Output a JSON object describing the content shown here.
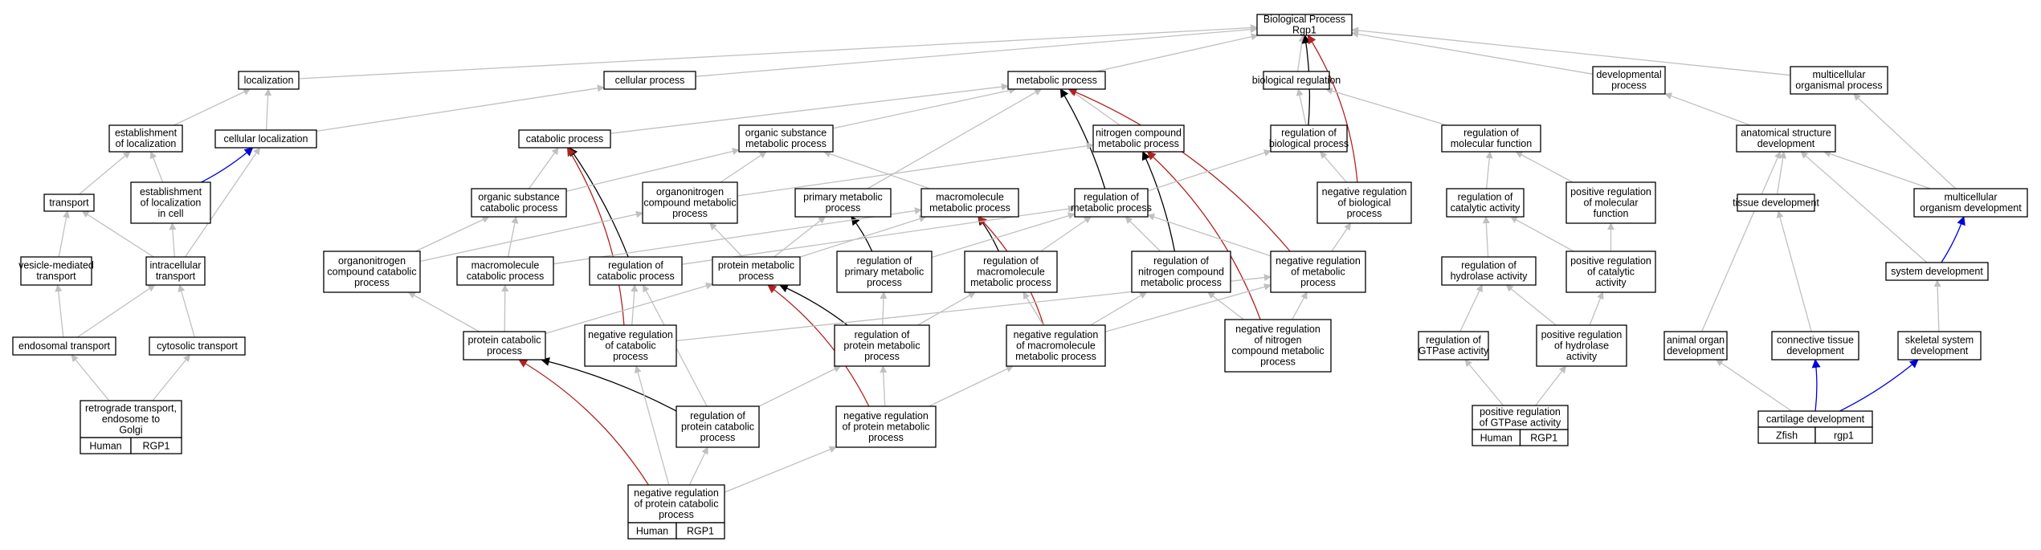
{
  "colors": {
    "default_edge": "#c0c0c0",
    "black_edge": "#000000",
    "red_edge": "#b22222",
    "blue_edge": "#0000dd",
    "human_badge": "#fa5f45",
    "zfish_badge": "#6495ed"
  },
  "nodes": [
    {
      "id": "bp",
      "lines": [
        "Biological Process",
        "Rgp1"
      ]
    },
    {
      "id": "loc",
      "lines": [
        "localization"
      ]
    },
    {
      "id": "cellproc",
      "lines": [
        "cellular process"
      ]
    },
    {
      "id": "metab",
      "lines": [
        "metabolic process"
      ]
    },
    {
      "id": "bioreg",
      "lines": [
        "biological regulation"
      ]
    },
    {
      "id": "devproc",
      "lines": [
        "developmental",
        "process"
      ]
    },
    {
      "id": "multiorg",
      "lines": [
        "multicellular",
        "organismal process"
      ]
    },
    {
      "id": "estloc",
      "lines": [
        "establishment",
        "of localization"
      ]
    },
    {
      "id": "cellloc",
      "lines": [
        "cellular localization"
      ]
    },
    {
      "id": "catab",
      "lines": [
        "catabolic process"
      ]
    },
    {
      "id": "orgsub",
      "lines": [
        "organic substance",
        "metabolic process"
      ]
    },
    {
      "id": "nitro",
      "lines": [
        "nitrogen compound",
        "metabolic process"
      ]
    },
    {
      "id": "regbio",
      "lines": [
        "regulation of",
        "biological process"
      ]
    },
    {
      "id": "regmol",
      "lines": [
        "regulation of",
        "molecular function"
      ]
    },
    {
      "id": "anat",
      "lines": [
        "anatomical structure",
        "development"
      ]
    },
    {
      "id": "transport",
      "lines": [
        "transport"
      ]
    },
    {
      "id": "estloccell",
      "lines": [
        "establishment",
        "of localization",
        "in cell"
      ]
    },
    {
      "id": "orgsubcat",
      "lines": [
        "organic substance",
        "catabolic process"
      ]
    },
    {
      "id": "orgnitro",
      "lines": [
        "organonitrogen",
        "compound metabolic",
        "process"
      ]
    },
    {
      "id": "primmetab",
      "lines": [
        "primary metabolic",
        "process"
      ]
    },
    {
      "id": "macro",
      "lines": [
        "macromolecule",
        "metabolic process"
      ]
    },
    {
      "id": "regmetab",
      "lines": [
        "regulation of",
        "metabolic process"
      ]
    },
    {
      "id": "negregbio",
      "lines": [
        "negative regulation",
        "of biological",
        "process"
      ]
    },
    {
      "id": "regcat",
      "lines": [
        "regulation of",
        "catalytic activity"
      ]
    },
    {
      "id": "posregmol",
      "lines": [
        "positive regulation",
        "of molecular",
        "function"
      ]
    },
    {
      "id": "tissue",
      "lines": [
        "tissue development"
      ]
    },
    {
      "id": "multidev",
      "lines": [
        "multicellular",
        "organism development"
      ]
    },
    {
      "id": "vesicle",
      "lines": [
        "vesicle-mediated",
        "transport"
      ]
    },
    {
      "id": "intra",
      "lines": [
        "intracellular",
        "transport"
      ]
    },
    {
      "id": "orgnitrocat",
      "lines": [
        "organonitrogen",
        "compound catabolic",
        "process"
      ]
    },
    {
      "id": "macrocat",
      "lines": [
        "macromolecule",
        "catabolic process"
      ]
    },
    {
      "id": "regcatab",
      "lines": [
        "regulation of",
        "catabolic process"
      ]
    },
    {
      "id": "protmetab",
      "lines": [
        "protein metabolic",
        "process"
      ]
    },
    {
      "id": "regprim",
      "lines": [
        "regulation of",
        "primary metabolic",
        "process"
      ]
    },
    {
      "id": "regmacro",
      "lines": [
        "regulation of",
        "macromolecule",
        "metabolic process"
      ]
    },
    {
      "id": "regnitro",
      "lines": [
        "regulation of",
        "nitrogen compound",
        "metabolic process"
      ]
    },
    {
      "id": "negregmetab",
      "lines": [
        "negative regulation",
        "of metabolic",
        "process"
      ]
    },
    {
      "id": "reghydro",
      "lines": [
        "regulation of",
        "hydrolase activity"
      ]
    },
    {
      "id": "posregcat",
      "lines": [
        "positive regulation",
        "of catalytic",
        "activity"
      ]
    },
    {
      "id": "sysdev",
      "lines": [
        "system development"
      ]
    },
    {
      "id": "endo",
      "lines": [
        "endosomal transport"
      ]
    },
    {
      "id": "cyto",
      "lines": [
        "cytosolic transport"
      ]
    },
    {
      "id": "protcat",
      "lines": [
        "protein catabolic",
        "process"
      ]
    },
    {
      "id": "negregcatab",
      "lines": [
        "negative regulation",
        "of catabolic",
        "process"
      ]
    },
    {
      "id": "regprot",
      "lines": [
        "regulation of",
        "protein metabolic",
        "process"
      ]
    },
    {
      "id": "negregmacro",
      "lines": [
        "negative regulation",
        "of macromolecule",
        "metabolic process"
      ]
    },
    {
      "id": "negregnitro",
      "lines": [
        "negative regulation",
        "of nitrogen",
        "compound metabolic",
        "process"
      ]
    },
    {
      "id": "reggtp",
      "lines": [
        "regulation of",
        "GTPase activity"
      ]
    },
    {
      "id": "posreghydro",
      "lines": [
        "positive regulation",
        "of hydrolase",
        "activity"
      ]
    },
    {
      "id": "organdev",
      "lines": [
        "animal organ",
        "development"
      ]
    },
    {
      "id": "conn",
      "lines": [
        "connective tissue",
        "development"
      ]
    },
    {
      "id": "skel",
      "lines": [
        "skeletal system",
        "development"
      ]
    },
    {
      "id": "retro",
      "lines": [
        "retrograde transport,",
        "endosome to",
        "Golgi"
      ],
      "badge": [
        "Human",
        "RGP1"
      ],
      "badge_color": "human"
    },
    {
      "id": "regprotcat",
      "lines": [
        "regulation of",
        "protein catabolic",
        "process"
      ]
    },
    {
      "id": "negregprot",
      "lines": [
        "negative regulation",
        "of protein metabolic",
        "process"
      ]
    },
    {
      "id": "posreggtp",
      "lines": [
        "positive regulation",
        "of GTPase activity"
      ],
      "badge": [
        "Human",
        "RGP1"
      ],
      "badge_color": "human"
    },
    {
      "id": "cart",
      "lines": [
        "cartilage development"
      ],
      "badge": [
        "Zfish",
        "rgp1"
      ],
      "badge_color": "zfish"
    },
    {
      "id": "negregprotcat",
      "lines": [
        "negative regulation",
        "of protein catabolic",
        "process"
      ],
      "badge": [
        "Human",
        "RGP1"
      ],
      "badge_color": "human"
    }
  ],
  "edges": [
    {
      "from": "loc",
      "to": "bp"
    },
    {
      "from": "cellproc",
      "to": "bp"
    },
    {
      "from": "metab",
      "to": "bp"
    },
    {
      "from": "bioreg",
      "to": "bp"
    },
    {
      "from": "devproc",
      "to": "bp"
    },
    {
      "from": "multiorg",
      "to": "bp"
    },
    {
      "from": "regbio",
      "to": "bp",
      "type": "black"
    },
    {
      "from": "negregbio",
      "to": "bp",
      "type": "red"
    },
    {
      "from": "estloc",
      "to": "loc"
    },
    {
      "from": "cellloc",
      "to": "loc"
    },
    {
      "from": "cellloc",
      "to": "cellproc"
    },
    {
      "from": "catab",
      "to": "metab"
    },
    {
      "from": "orgsub",
      "to": "metab"
    },
    {
      "from": "nitro",
      "to": "metab"
    },
    {
      "from": "primmetab",
      "to": "metab"
    },
    {
      "from": "regmetab",
      "to": "metab",
      "type": "black"
    },
    {
      "from": "negregmetab",
      "to": "metab",
      "type": "red"
    },
    {
      "from": "regbio",
      "to": "bioreg"
    },
    {
      "from": "regmol",
      "to": "bioreg"
    },
    {
      "from": "anat",
      "to": "devproc"
    },
    {
      "from": "multidev",
      "to": "multiorg"
    },
    {
      "from": "transport",
      "to": "estloc"
    },
    {
      "from": "estloccell",
      "to": "estloc"
    },
    {
      "from": "estloccell",
      "to": "cellloc",
      "type": "blue"
    },
    {
      "from": "intra",
      "to": "cellloc"
    },
    {
      "from": "orgsubcat",
      "to": "catab"
    },
    {
      "from": "regcatab",
      "to": "catab",
      "type": "black"
    },
    {
      "from": "negregcatab",
      "to": "catab",
      "type": "red"
    },
    {
      "from": "orgsubcat",
      "to": "orgsub"
    },
    {
      "from": "orgnitro",
      "to": "orgsub"
    },
    {
      "from": "macro",
      "to": "orgsub"
    },
    {
      "from": "orgnitro",
      "to": "nitro"
    },
    {
      "from": "regnitro",
      "to": "nitro",
      "type": "black"
    },
    {
      "from": "negregnitro",
      "to": "nitro",
      "type": "red"
    },
    {
      "from": "regmetab",
      "to": "regbio"
    },
    {
      "from": "negregbio",
      "to": "regbio"
    },
    {
      "from": "regcat",
      "to": "regmol"
    },
    {
      "from": "posregmol",
      "to": "regmol"
    },
    {
      "from": "tissue",
      "to": "anat"
    },
    {
      "from": "multidev",
      "to": "anat"
    },
    {
      "from": "organdev",
      "to": "anat"
    },
    {
      "from": "sysdev",
      "to": "anat"
    },
    {
      "from": "intra",
      "to": "transport"
    },
    {
      "from": "vesicle",
      "to": "transport"
    },
    {
      "from": "intra",
      "to": "estloccell"
    },
    {
      "from": "orgnitrocat",
      "to": "orgsubcat"
    },
    {
      "from": "macrocat",
      "to": "orgsubcat"
    },
    {
      "from": "orgnitrocat",
      "to": "orgnitro"
    },
    {
      "from": "protmetab",
      "to": "orgnitro"
    },
    {
      "from": "protmetab",
      "to": "primmetab"
    },
    {
      "from": "regprim",
      "to": "primmetab",
      "type": "black"
    },
    {
      "from": "macrocat",
      "to": "macro"
    },
    {
      "from": "protmetab",
      "to": "macro"
    },
    {
      "from": "regmacro",
      "to": "macro",
      "type": "black"
    },
    {
      "from": "negregmacro",
      "to": "macro",
      "type": "red"
    },
    {
      "from": "regcatab",
      "to": "regmetab"
    },
    {
      "from": "regprim",
      "to": "regmetab"
    },
    {
      "from": "regmacro",
      "to": "regmetab"
    },
    {
      "from": "regnitro",
      "to": "regmetab"
    },
    {
      "from": "negregmetab",
      "to": "regmetab"
    },
    {
      "from": "negregmetab",
      "to": "negregbio"
    },
    {
      "from": "reghydro",
      "to": "regcat"
    },
    {
      "from": "posregcat",
      "to": "regcat"
    },
    {
      "from": "posregcat",
      "to": "posregmol"
    },
    {
      "from": "conn",
      "to": "tissue"
    },
    {
      "from": "sysdev",
      "to": "multidev",
      "type": "blue"
    },
    {
      "from": "endo",
      "to": "vesicle"
    },
    {
      "from": "endo",
      "to": "intra"
    },
    {
      "from": "cyto",
      "to": "intra"
    },
    {
      "from": "protcat",
      "to": "orgnitrocat"
    },
    {
      "from": "protcat",
      "to": "macrocat"
    },
    {
      "from": "negregcatab",
      "to": "regcatab"
    },
    {
      "from": "protcat",
      "to": "protmetab"
    },
    {
      "from": "regprot",
      "to": "protmetab",
      "type": "black"
    },
    {
      "from": "negregprot",
      "to": "protmetab",
      "type": "red"
    },
    {
      "from": "regprot",
      "to": "regprim"
    },
    {
      "from": "regprot",
      "to": "regmacro"
    },
    {
      "from": "negregmacro",
      "to": "regmacro"
    },
    {
      "from": "negregmacro",
      "to": "regnitro"
    },
    {
      "from": "negregnitro",
      "to": "regnitro"
    },
    {
      "from": "negregcatab",
      "to": "negregmetab"
    },
    {
      "from": "negregmacro",
      "to": "negregmetab"
    },
    {
      "from": "negregnitro",
      "to": "negregmetab"
    },
    {
      "from": "reggtp",
      "to": "reghydro"
    },
    {
      "from": "posreghydro",
      "to": "reghydro"
    },
    {
      "from": "posreghydro",
      "to": "posregcat"
    },
    {
      "from": "skel",
      "to": "sysdev"
    },
    {
      "from": "retro",
      "to": "endo"
    },
    {
      "from": "retro",
      "to": "cyto"
    },
    {
      "from": "regprotcat",
      "to": "protcat",
      "type": "black"
    },
    {
      "from": "negregprotcat",
      "to": "protcat",
      "type": "red"
    },
    {
      "from": "regprotcat",
      "to": "regprot"
    },
    {
      "from": "negregprot",
      "to": "regprot"
    },
    {
      "from": "negregprot",
      "to": "negregmacro"
    },
    {
      "from": "posreggtp",
      "to": "reggtp"
    },
    {
      "from": "posreggtp",
      "to": "posreghydro"
    },
    {
      "from": "cart",
      "to": "organdev"
    },
    {
      "from": "cart",
      "to": "conn",
      "type": "blue"
    },
    {
      "from": "cart",
      "to": "skel",
      "type": "blue"
    },
    {
      "from": "regprotcat",
      "to": "regcatab"
    },
    {
      "from": "negregprotcat",
      "to": "regprotcat"
    },
    {
      "from": "negregprotcat",
      "to": "negregcatab"
    },
    {
      "from": "negregprotcat",
      "to": "negregprot"
    }
  ]
}
